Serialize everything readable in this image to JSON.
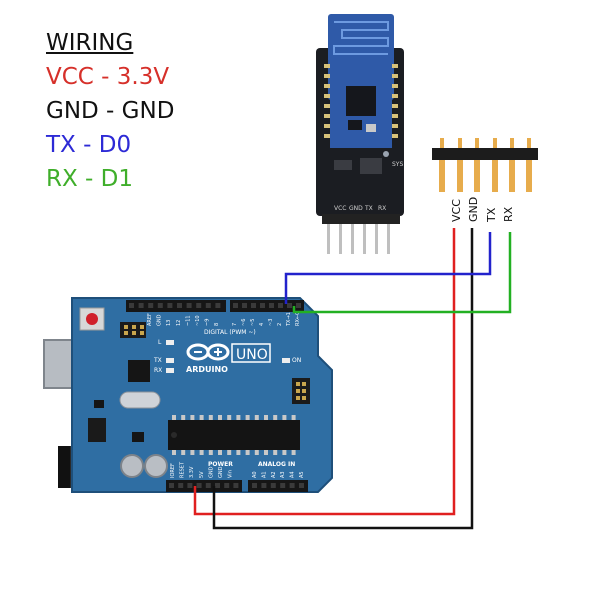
{
  "legend": {
    "title": "WIRING",
    "rows": [
      {
        "text": "VCC - 3.3V",
        "color": "#d6302a"
      },
      {
        "text": "GND - GND",
        "color": "#111111"
      },
      {
        "text": "TX - D0",
        "color": "#2d2ad6"
      },
      {
        "text": "RX - D1",
        "color": "#3fae2a"
      }
    ]
  },
  "header_pins": [
    "VCC",
    "GND",
    "TX",
    "RX"
  ],
  "bt_module": {
    "pin_labels": [
      "VCC",
      "GND",
      "TX",
      "RX"
    ],
    "sys_label": "SYS"
  },
  "arduino": {
    "brand": "ARDUINO",
    "model": "UNO",
    "digital_label": "DIGITAL (PWM ~)",
    "analog_label": "ANALOG IN",
    "power_label": "POWER",
    "led_labels": [
      "L",
      "TX",
      "RX",
      "ON"
    ],
    "digital_pins": [
      "AREF",
      "GND",
      "13",
      "12",
      "~11",
      "~10",
      "~9",
      "8",
      "7",
      "~6",
      "~5",
      "4",
      "~3",
      "2",
      "TX→1",
      "RX←0"
    ],
    "power_pins": [
      "IOREF",
      "RESET",
      "3.3V",
      "5V",
      "GND",
      "GND",
      "Vin"
    ],
    "analog_pins": [
      "A0",
      "A1",
      "A2",
      "A3",
      "A4",
      "A5"
    ]
  },
  "wire_colors": {
    "vcc": "#e02020",
    "gnd": "#111111",
    "tx": "#2222cc",
    "rx": "#22b022"
  },
  "board_color": "#2f6ea3"
}
